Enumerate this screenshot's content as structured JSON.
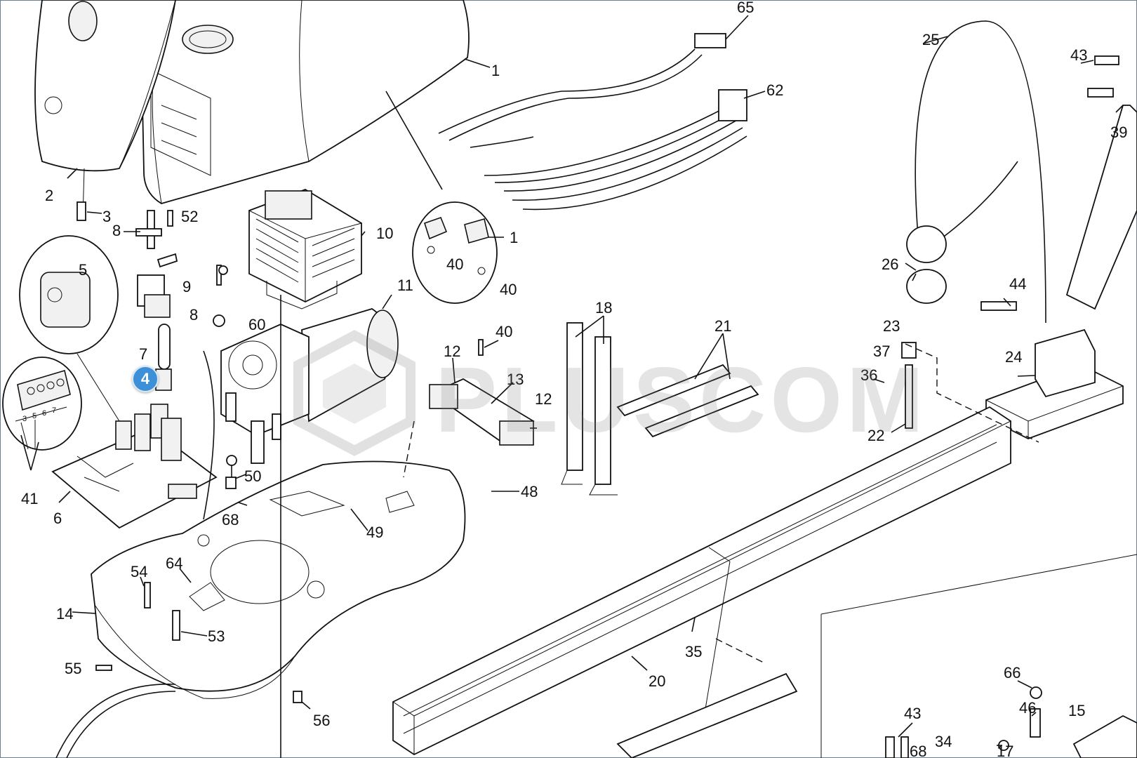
{
  "diagram": {
    "callouts": [
      {
        "id": "c4",
        "text": "4"
      },
      {
        "id": "c65",
        "text": "65"
      },
      {
        "id": "c1a",
        "text": "1"
      },
      {
        "id": "c62",
        "text": "62"
      },
      {
        "id": "c25",
        "text": "25"
      },
      {
        "id": "c43a",
        "text": "43"
      },
      {
        "id": "c39",
        "text": "39"
      },
      {
        "id": "c2",
        "text": "2"
      },
      {
        "id": "c3",
        "text": "3"
      },
      {
        "id": "c8a",
        "text": "8"
      },
      {
        "id": "c52",
        "text": "52"
      },
      {
        "id": "c10",
        "text": "10"
      },
      {
        "id": "c1b",
        "text": "1"
      },
      {
        "id": "c40a",
        "text": "40"
      },
      {
        "id": "c40b",
        "text": "40"
      },
      {
        "id": "c5",
        "text": "5"
      },
      {
        "id": "c9",
        "text": "9"
      },
      {
        "id": "c8b",
        "text": "8"
      },
      {
        "id": "c60",
        "text": "60"
      },
      {
        "id": "c11",
        "text": "11"
      },
      {
        "id": "c26",
        "text": "26"
      },
      {
        "id": "c44",
        "text": "44"
      },
      {
        "id": "c18",
        "text": "18"
      },
      {
        "id": "c21",
        "text": "21"
      },
      {
        "id": "c23",
        "text": "23"
      },
      {
        "id": "c7",
        "text": "7"
      },
      {
        "id": "c40c",
        "text": "40"
      },
      {
        "id": "c12a",
        "text": "12"
      },
      {
        "id": "c13",
        "text": "13"
      },
      {
        "id": "c37",
        "text": "37"
      },
      {
        "id": "c24",
        "text": "24"
      },
      {
        "id": "c36",
        "text": "36"
      },
      {
        "id": "c12b",
        "text": "12"
      },
      {
        "id": "c22",
        "text": "22"
      },
      {
        "id": "c50",
        "text": "50"
      },
      {
        "id": "c48",
        "text": "48"
      },
      {
        "id": "c41",
        "text": "41"
      },
      {
        "id": "c6",
        "text": "6"
      },
      {
        "id": "c68a",
        "text": "68"
      },
      {
        "id": "c49",
        "text": "49"
      },
      {
        "id": "c54",
        "text": "54"
      },
      {
        "id": "c64",
        "text": "64"
      },
      {
        "id": "c14",
        "text": "14"
      },
      {
        "id": "c53",
        "text": "53"
      },
      {
        "id": "c35",
        "text": "35"
      },
      {
        "id": "c55",
        "text": "55"
      },
      {
        "id": "c20",
        "text": "20"
      },
      {
        "id": "c66",
        "text": "66"
      },
      {
        "id": "c56",
        "text": "56"
      },
      {
        "id": "c46",
        "text": "46"
      },
      {
        "id": "c15",
        "text": "15"
      },
      {
        "id": "c43b",
        "text": "43"
      },
      {
        "id": "c34",
        "text": "34"
      },
      {
        "id": "c17",
        "text": "17"
      },
      {
        "id": "c68b",
        "text": "68"
      }
    ],
    "terminal_marks": [
      "3",
      "5",
      "6",
      "7"
    ],
    "selected_badge": "4",
    "watermark": "PLUSCOM",
    "colors": {
      "badge": "#3d8fd8",
      "ink": "#111111",
      "frame": "#6b7f8e"
    }
  }
}
